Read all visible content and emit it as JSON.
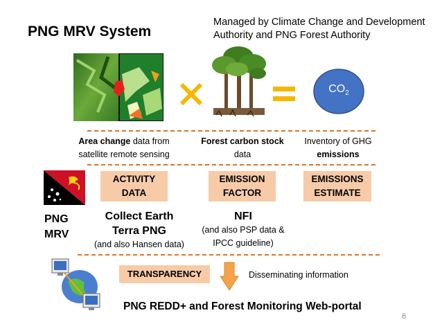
{
  "title": "PNG MRV System",
  "managed": {
    "line1": "Managed by Climate Change and Development",
    "line2": "Authority and PNG Forest Authority"
  },
  "co2": {
    "text": "CO",
    "sub": "2"
  },
  "captions": {
    "area_bold": "Area change",
    "area_rest": " data from",
    "area_line2": "satellite remote sensing",
    "forest_bold": "Forest carbon stock",
    "forest_line2": "data",
    "inventory_line1": "Inventory of GHG",
    "inventory_bold": "emissions"
  },
  "boxes": {
    "activity_line1": "ACTIVITY",
    "activity_line2": "DATA",
    "emission_line1": "EMISSION",
    "emission_line2": "FACTOR",
    "estimate_line1": "EMISSIONS",
    "estimate_line2": "ESTIMATE"
  },
  "mrv": {
    "line1": "PNG",
    "line2": "MRV"
  },
  "tools": {
    "collect_line1": "Collect Earth",
    "collect_line2": "Terra PNG",
    "collect_line3": "(and also Hansen data)",
    "nfi_title": "NFI",
    "nfi_line2": "(and also PSP data &",
    "nfi_line3": "IPCC guideline)"
  },
  "transparency": "TRANSPARENCY",
  "disseminating": "Disseminating information",
  "portal": "PNG REDD+ and Forest Monitoring Web-portal",
  "page_number": "6",
  "colors": {
    "box": "#f8cba8",
    "separator": "#e0731f",
    "co2_fill": "#4472c4",
    "operator": "#f5b800"
  },
  "icons": [
    "satellite-map-icon",
    "multiply-icon",
    "forest-trees-icon",
    "equals-icon",
    "png-flag-icon",
    "down-arrow-icon",
    "network-computers-icon"
  ]
}
